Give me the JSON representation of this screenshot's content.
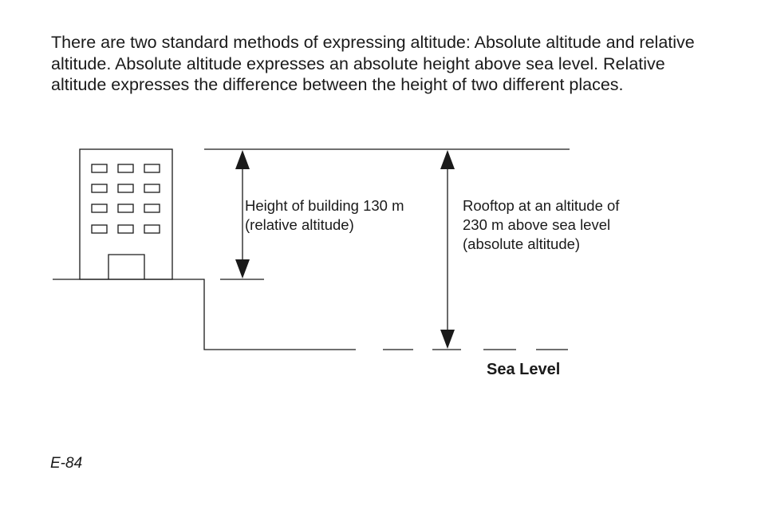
{
  "intro": {
    "paragraph": "There are two standard methods of expressing altitude: Absolute altitude and relative altitude. Absolute altitude expresses an absolute height above sea level. Relative altitude expresses the difference between the height of two different places."
  },
  "diagram": {
    "relative_label": {
      "line1": "Height of building 130 m",
      "line2": "(relative altitude)"
    },
    "absolute_label": {
      "line1": "Rooftop at an altitude of",
      "line2": "230 m above sea level",
      "line3": "(absolute altitude)"
    },
    "sea_level_label": "Sea Level",
    "relative_height_m": 130,
    "absolute_altitude_m": 230
  },
  "footer": {
    "page_number": "E-84"
  }
}
